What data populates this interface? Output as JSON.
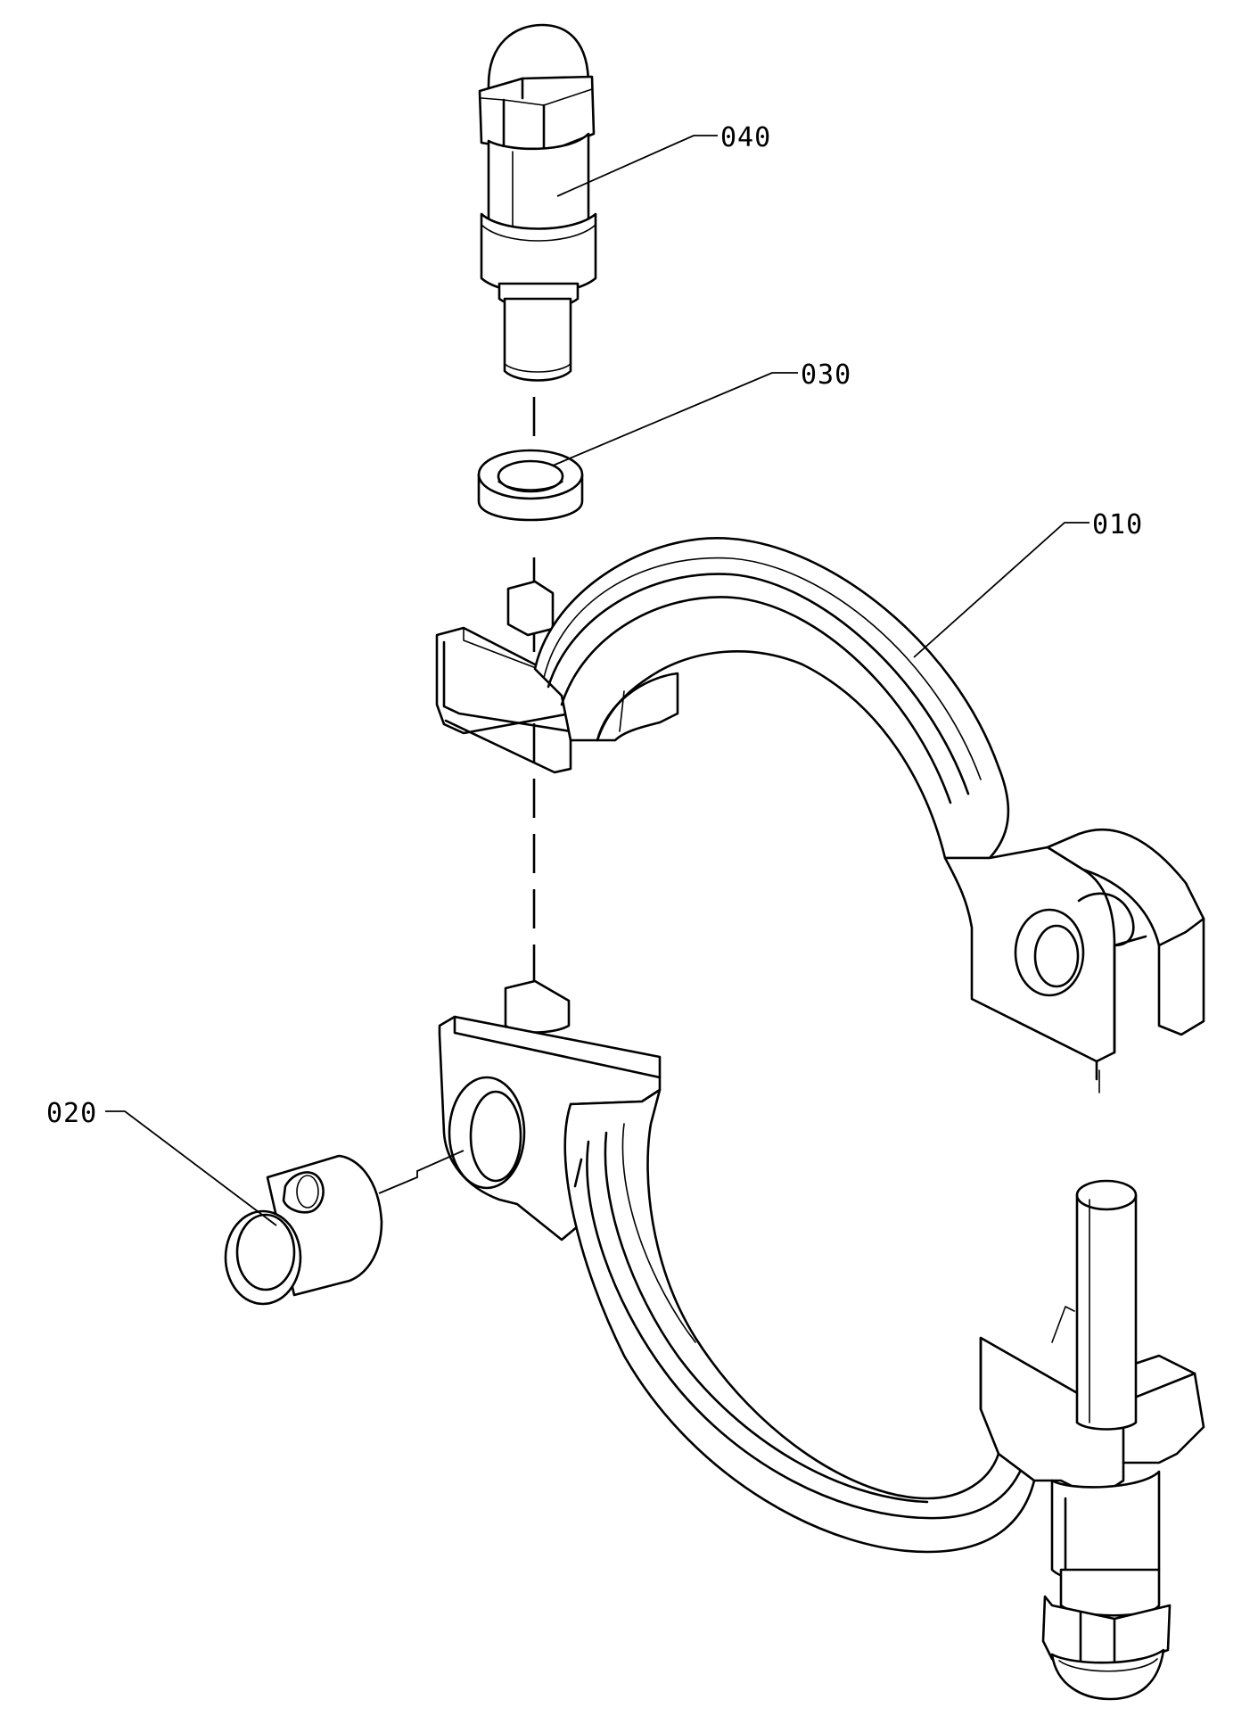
{
  "callouts": {
    "part_040": "040",
    "part_030": "030",
    "part_010": "010",
    "part_020": "020"
  }
}
